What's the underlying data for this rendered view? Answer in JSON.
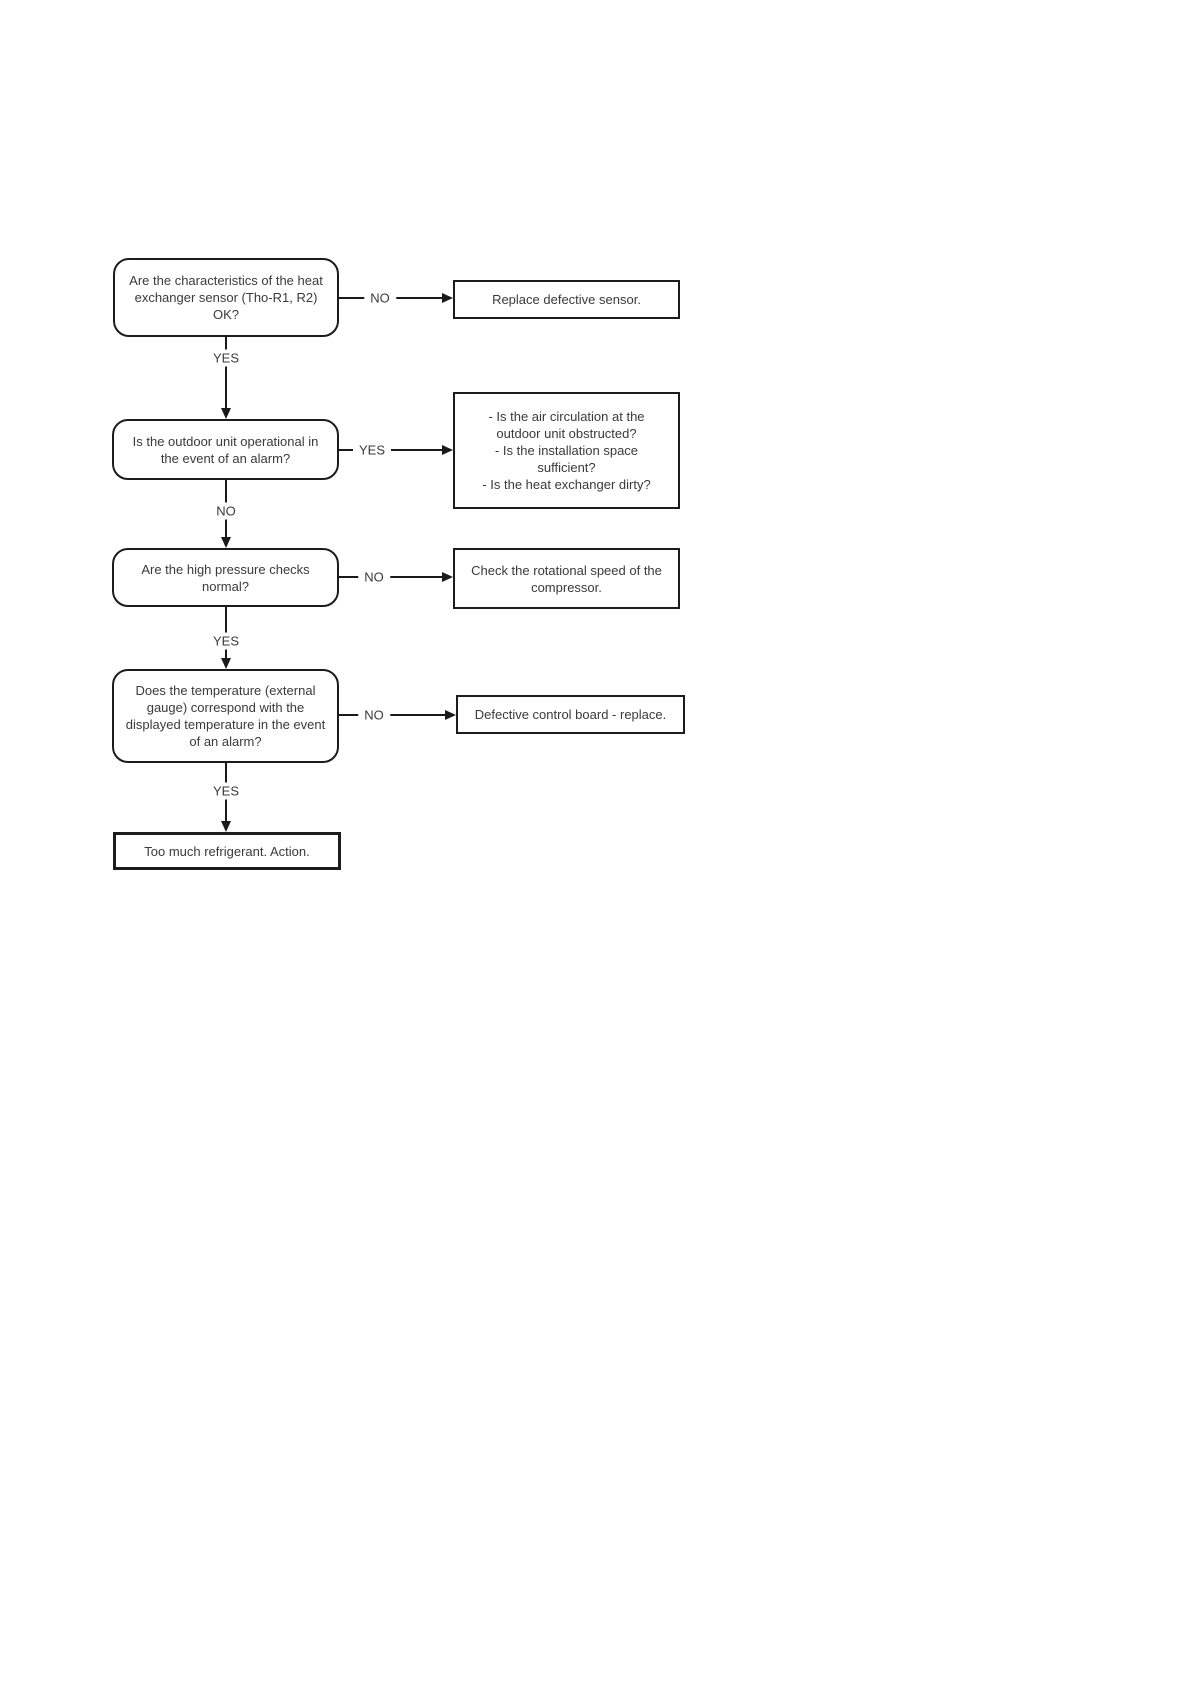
{
  "flowchart": {
    "colors": {
      "background": "#ffffff",
      "line": "#1a1a1a",
      "border": "#1c1c1c",
      "text": "#3a3a3a"
    },
    "nodes": {
      "q1": {
        "type": "decision",
        "text": "Are the characteristics of the heat\nexchanger sensor (Tho-R1, R2)\nOK?"
      },
      "a1": {
        "type": "action",
        "text": "Replace defective sensor."
      },
      "q2": {
        "type": "decision",
        "text": "Is the outdoor unit operational in\nthe event of an alarm?"
      },
      "a2": {
        "type": "action",
        "text": "- Is the air circulation at the\noutdoor unit obstructed?\n- Is the installation space\nsufficient?\n- Is the heat exchanger dirty?"
      },
      "q3": {
        "type": "decision",
        "text": "Are the high pressure checks\nnormal?"
      },
      "a3": {
        "type": "action",
        "text": "Check the rotational speed of the\ncompressor."
      },
      "q4": {
        "type": "decision",
        "text": "Does the temperature (external\ngauge) correspond with the\ndisplayed temperature in the event\nof an alarm?"
      },
      "a4": {
        "type": "action",
        "text": "Defective control board - replace."
      },
      "end": {
        "type": "action",
        "text": "Too much refrigerant. Action."
      }
    },
    "labels": {
      "q1_no": "NO",
      "q1_yes": "YES",
      "q2_yes": "YES",
      "q2_no": "NO",
      "q3_no": "NO",
      "q3_yes": "YES",
      "q4_no": "NO",
      "q4_yes": "YES"
    }
  }
}
